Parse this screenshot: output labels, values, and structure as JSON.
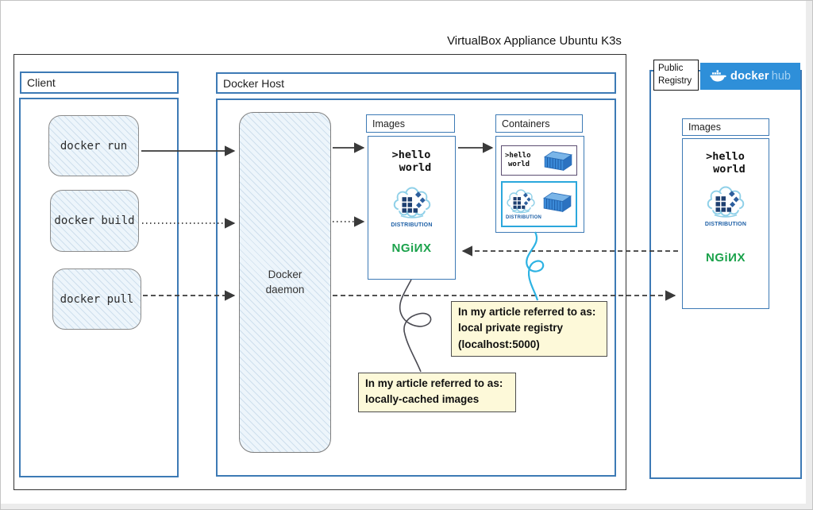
{
  "title": "VirtualBox Appliance Ubuntu K3s",
  "client": {
    "label": "Client",
    "commands": [
      {
        "label": "docker run"
      },
      {
        "label": "docker build"
      },
      {
        "label": "docker pull"
      }
    ]
  },
  "docker_host": {
    "label": "Docker Host",
    "daemon": {
      "line1": "Docker",
      "line2": "daemon"
    },
    "images_panel": {
      "label": "Images",
      "hello_world": {
        "line1": ">hello",
        "line2": "world"
      },
      "distribution_label": "DISTRIBUTION",
      "nginx_label": "NGiИX"
    },
    "containers_panel": {
      "label": "Containers",
      "hello_world": {
        "line1": ">hello",
        "line2": "world"
      },
      "distribution_label": "DISTRIBUTION"
    }
  },
  "registry": {
    "public_registry": {
      "line1": "Public",
      "line2": "Registry"
    },
    "dockerhub": {
      "docker": "docker",
      "hub": "hub"
    },
    "images_panel": {
      "label": "Images",
      "hello_world": {
        "line1": ">hello",
        "line2": "world"
      },
      "distribution_label": "DISTRIBUTION",
      "nginx_label": "NGiИX"
    }
  },
  "notes": {
    "private_registry": {
      "line1": "In my article referred to as:",
      "line2": "local private registry",
      "line3": "(localhost:5000)"
    },
    "cached_images": {
      "line1": "In my article referred to as:",
      "line2": "locally-cached images"
    }
  },
  "colors": {
    "box_blue": "#3d7ab5",
    "outer_border": "#333333",
    "hub_banner_blue": "#2e8fd9",
    "hub_text_secondary": "#a5d2f3",
    "nginx_green": "#1ba24b",
    "distribution_blue": "#1d5fa6",
    "note_yellow": "#fdf9d9",
    "cyan_connector": "#2eb3e3",
    "sketch_fill": "#edf5fb"
  }
}
